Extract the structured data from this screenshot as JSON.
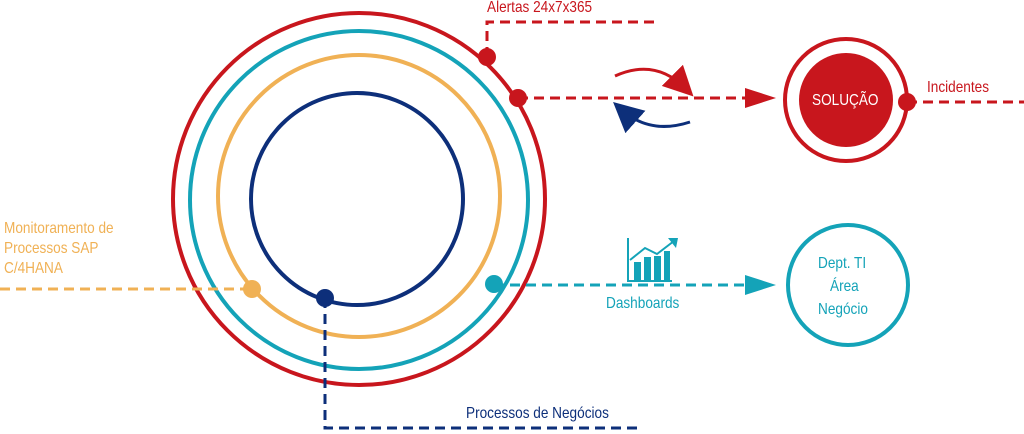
{
  "labels": {
    "alerts": "Alertas  24x7x365",
    "incidents": "Incidentes",
    "solution": "SOLUÇÃO",
    "monitoring": [
      "Monitoramento de",
      "Processos SAP",
      "C/4HANA"
    ],
    "dashboards": "Dashboards",
    "dept": [
      "Dept. TI",
      "Área",
      "Negócio"
    ],
    "business": "Processos de Negócios"
  },
  "colors": {
    "red": "#c8161d",
    "teal": "#14a3b8",
    "orange": "#f0b155",
    "navy": "#0d2f7a"
  },
  "icons": [
    "cycle-arrows-icon",
    "chart-growth-icon"
  ]
}
